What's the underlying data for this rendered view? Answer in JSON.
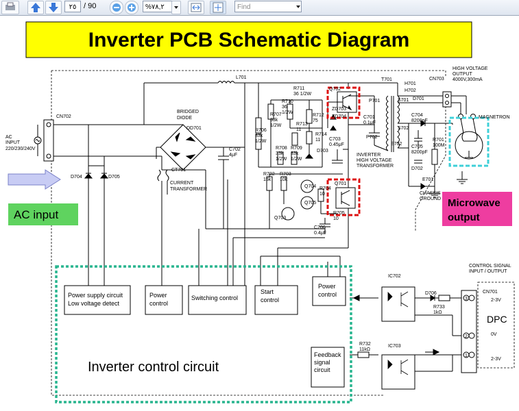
{
  "toolbar": {
    "page_current": "٢٥",
    "page_total": "/ 90",
    "zoom": "%٧٨,٢",
    "find_placeholder": "Find"
  },
  "diagram": {
    "title": "Inverter PCB Schematic Diagram",
    "callouts": {
      "ac_input": "AC input",
      "microwave_output_1": "Microwave",
      "microwave_output_2": "output",
      "control_circuit": "Inverter control circuit"
    },
    "blocks": {
      "power_supply_1": "Power supply circuit",
      "power_supply_2": "Low voltage detect",
      "power_control_1": "Power",
      "power_control_2": "control",
      "switching_control": "Switching control",
      "start_control_1": "Start",
      "start_control_2": "control",
      "power_control_b_1": "Power",
      "power_control_b_2": "control",
      "feedback_1": "Feedback",
      "feedback_2": "signal",
      "feedback_3": "circuit",
      "dpc": "DPC"
    },
    "labels": {
      "cn702": "CN702",
      "ac_in_1": "AC",
      "ac_in_2": "INPUT",
      "ac_in_3": "220/230/240V",
      "d704": "D704",
      "d705": "D705",
      "l701": "L701",
      "bridged_1": "BRIDGED",
      "bridged_2": "DIODE",
      "dd701": "DD701",
      "ct701": "CT701",
      "current_1": "CURRENT",
      "current_2": "TRANSFORMER",
      "c702_1": "C702",
      "c702_2": "4μF",
      "r711_1": "R711",
      "r711_2": "36 1/2W",
      "r710_1": "R710",
      "r710_2": "36",
      "r710_3": "1/2W",
      "r707_1": "R707",
      "r707_2": "33k",
      "r707_3": "1/2W",
      "r712_1": "R712",
      "r712_2": "75",
      "r713_1": "R713",
      "r713_2": "11",
      "r714_1": "R714",
      "r714_2": "11",
      "r706_1": "R706",
      "r706_2": "33k",
      "r706_3": "1/2W",
      "r708_1": "R708",
      "r708_2": "33k",
      "r708_3": "1/2W",
      "r709_1": "R709",
      "r709_2": "33k",
      "r709_3": "1/2W",
      "d703": "D703",
      "q702": "Q702",
      "zd703": "ZD703",
      "zd704": "ZD704",
      "p701": "P701",
      "c701_1": "C701",
      "c701_2": "0.1μF",
      "c703_1": "C703",
      "c703_2": "0.45μF",
      "p702": "P702",
      "inv_1": "INVERTER",
      "inv_2": "HIGH VOLTAGE",
      "inv_3": "TRANSFORMER",
      "t701": "T701",
      "h701": "H701",
      "h702": "H702",
      "s701": "S701",
      "s702": "S702",
      "e702": "E702",
      "e701": "E701",
      "d701": "D701",
      "d702": "D702",
      "c704_1": "C704",
      "c704_2": "8200pF",
      "c705_1": "C705",
      "c705_2": "8200pF",
      "r701_1": "R701",
      "r701_2": "100M",
      "cn703": "CN703",
      "hv_1": "HIGH VOLTAGE",
      "hv_2": "OUTPUT",
      "hv_3": "4000V,300mA",
      "magnetron": "MAGNETRON",
      "chassis_1": "CHASSIS",
      "chassis_2": "GROUND",
      "r702_1": "R702",
      "r702_2": "15k",
      "r703_1": "R703",
      "r703_2": "10k",
      "q704": "Q704",
      "q705": "Q705",
      "q703": "Q703",
      "q701": "Q701",
      "r704_1": "R704",
      "r704_2": "10",
      "r705_1": "R705",
      "r705_2": "10",
      "c706_1": "C706",
      "c706_2": "0.4μF",
      "ic702": "IC702",
      "ic703": "IC703",
      "d706": "D706",
      "r733_1": "R733",
      "r733_2": "1kΩ",
      "r732_1": "R732",
      "r732_2": "11kΩ",
      "cn701": "CN701",
      "cs_1": "CONTROL SIGNAL",
      "cs_2": "INPUT / OUTPUT",
      "v23a": "2-3V",
      "v0": "0V",
      "v23b": "2-3V",
      "pin3": "3",
      "pin2": "2",
      "pin1": "1"
    },
    "colors": {
      "title_bg": "#ffff00",
      "ac_input_bg": "#5fd35f",
      "microwave_bg": "#ee3da0",
      "arrow_fill": "#c8ccf4",
      "red_dash": "#dd1111",
      "cyan_dash": "#3fd0d8",
      "green_dash": "#29b58f"
    }
  }
}
